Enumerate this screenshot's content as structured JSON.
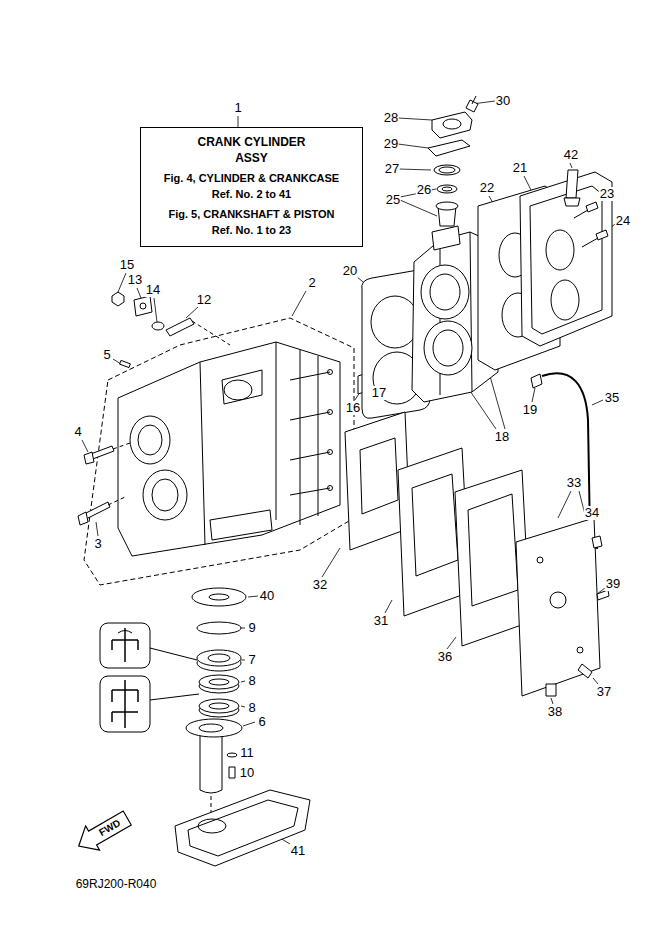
{
  "diagram": {
    "nodes": [
      {
        "text": [
          "CRANK CYLINDER ASSY",
          "Fig. 4, CYLINDER & CRANKCASE Ref. No. 2 to 41",
          "Fig. 5, CRANKSHAFT & PISTON Ref. No. 1 to 23"
        ]
      },
      {
        "text": [
          "FWD"
        ]
      }
    ],
    "labels": [
      "1",
      "2",
      "3",
      "4",
      "5",
      "6",
      "7",
      "8",
      "8",
      "9",
      "10",
      "11",
      "12",
      "13",
      "14",
      "15",
      "16",
      "17",
      "18",
      "19",
      "20",
      "21",
      "22",
      "23",
      "24",
      "25",
      "26",
      "27",
      "28",
      "29",
      "30",
      "31",
      "32",
      "33",
      "34",
      "35",
      "36",
      "37",
      "38",
      "39",
      "40",
      "41",
      "42",
      "69RJ200-R040"
    ]
  }
}
